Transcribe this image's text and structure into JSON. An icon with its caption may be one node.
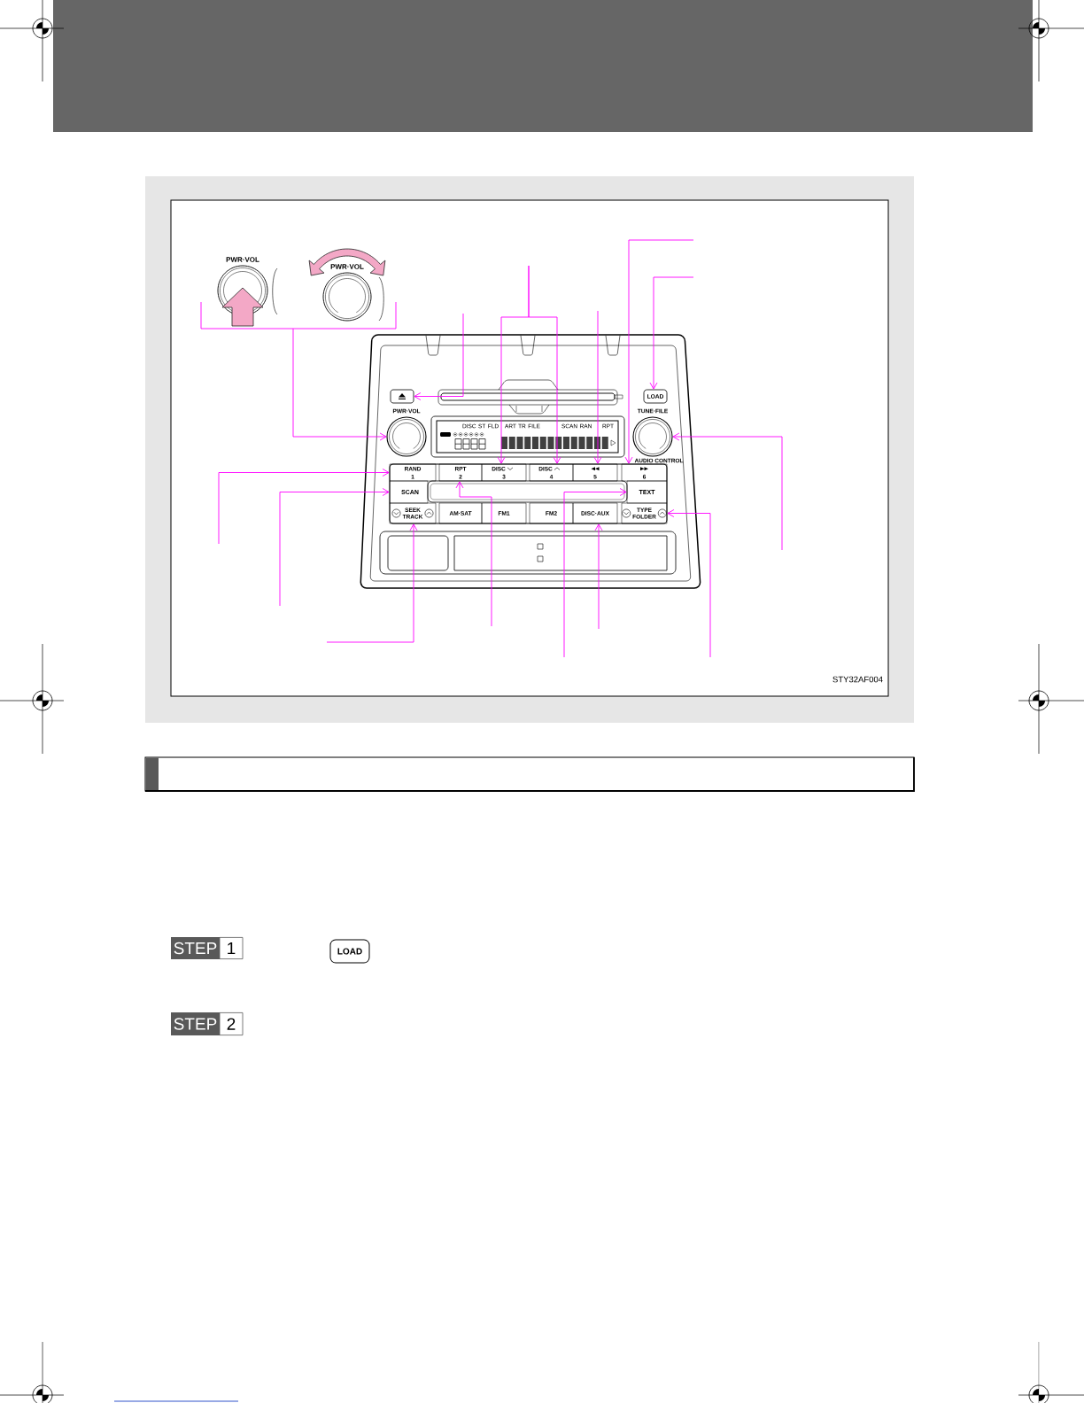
{
  "diagram": {
    "nodes": [
      {
        "text": [],
        "shape": "picture"
      },
      {
        "text": [
          "PWR·VOL"
        ],
        "in": 0
      },
      {
        "text": [
          "PWR·VOL"
        ],
        "in": 0
      },
      {
        "text": [],
        "shape": "picture"
      },
      {
        "text": [],
        "shape": "box",
        "in": 3
      },
      {
        "text": [
          "LOAD"
        ],
        "in": 3
      },
      {
        "text": [
          "PWR·VOL"
        ],
        "in": 3
      },
      {
        "text": [
          "DISC",
          "ST",
          "FLD",
          "ART",
          "TR",
          "FILE",
          "SCAN",
          "RAN",
          "RPT"
        ],
        "in": 3
      },
      {
        "text": [
          "TUNE·FILE",
          "AUDIO CONTROL"
        ],
        "in": 3
      },
      {
        "text": [
          "RAND",
          "1"
        ],
        "in": 3
      },
      {
        "text": [
          "RPT",
          "2"
        ],
        "in": 3
      },
      {
        "text": [
          "DISC",
          "3"
        ],
        "in": 3
      },
      {
        "text": [
          "DISC",
          "4"
        ],
        "in": 3
      },
      {
        "text": [
          "5"
        ],
        "in": 3
      },
      {
        "text": [
          "6"
        ],
        "in": 3
      },
      {
        "text": [
          "SCAN"
        ],
        "in": 3
      },
      {
        "text": [
          "TEXT"
        ],
        "in": 3
      },
      {
        "text": [
          "SEEK TRACK"
        ],
        "in": 3
      },
      {
        "text": [
          "AM·SAT"
        ],
        "in": 3
      },
      {
        "text": [
          "FM1"
        ],
        "in": 3
      },
      {
        "text": [
          "FM2"
        ],
        "in": 3
      },
      {
        "text": [
          "DISC·AUX"
        ],
        "in": 3
      },
      {
        "text": [
          "TYPE FOLDER"
        ],
        "in": 3
      },
      {
        "text": [],
        "shape": "box",
        "in": 3
      },
      {
        "text": [],
        "shape": "box",
        "in": 3
      }
    ],
    "edges": [
      {
        "from": 0,
        "to": 6,
        "arrow": "to"
      },
      {
        "from": null,
        "to": 4,
        "arrow": "to"
      },
      {
        "from": null,
        "to": 11,
        "arrow": "to"
      },
      {
        "from": null,
        "to": 12,
        "arrow": "to"
      },
      {
        "from": null,
        "to": 13,
        "arrow": "to"
      },
      {
        "from": null,
        "to": 14,
        "arrow": "to"
      },
      {
        "from": null,
        "to": 5,
        "arrow": "to"
      },
      {
        "from": null,
        "to": 8,
        "arrow": "to"
      },
      {
        "from": null,
        "to": 9,
        "arrow": "to"
      },
      {
        "from": null,
        "to": 15,
        "arrow": "to"
      },
      {
        "from": null,
        "to": 17,
        "arrow": "to"
      },
      {
        "from": null,
        "to": 10,
        "arrow": "to"
      },
      {
        "from": null,
        "to": 16,
        "arrow": "to"
      },
      {
        "from": null,
        "to": 21,
        "arrow": "to"
      },
      {
        "from": null,
        "to": 22,
        "arrow": "to"
      }
    ],
    "labels": [
      "STY32AF004",
      "STEP",
      "1",
      "LOAD",
      "STEP",
      "2"
    ]
  }
}
